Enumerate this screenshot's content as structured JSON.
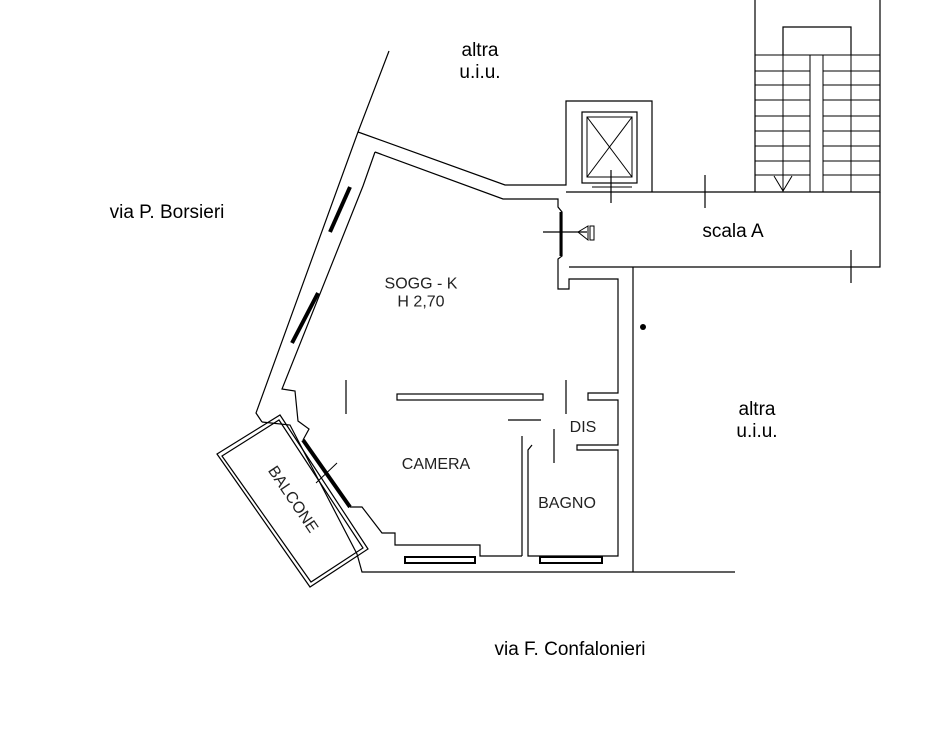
{
  "labels": {
    "neighbor_top": {
      "line1": "altra",
      "line2": "u.i.u."
    },
    "neighbor_right": {
      "line1": "altra",
      "line2": "u.i.u."
    },
    "street_left": "via P. Borsieri",
    "street_bottom": "via F. Confalonieri",
    "stair": "scala A"
  },
  "rooms": {
    "living": {
      "name": "SOGG - K",
      "height": "H 2,70"
    },
    "bedroom": "CAMERA",
    "hall": "DIS",
    "bathroom": "BAGNO",
    "balcony": "BALCONE"
  }
}
